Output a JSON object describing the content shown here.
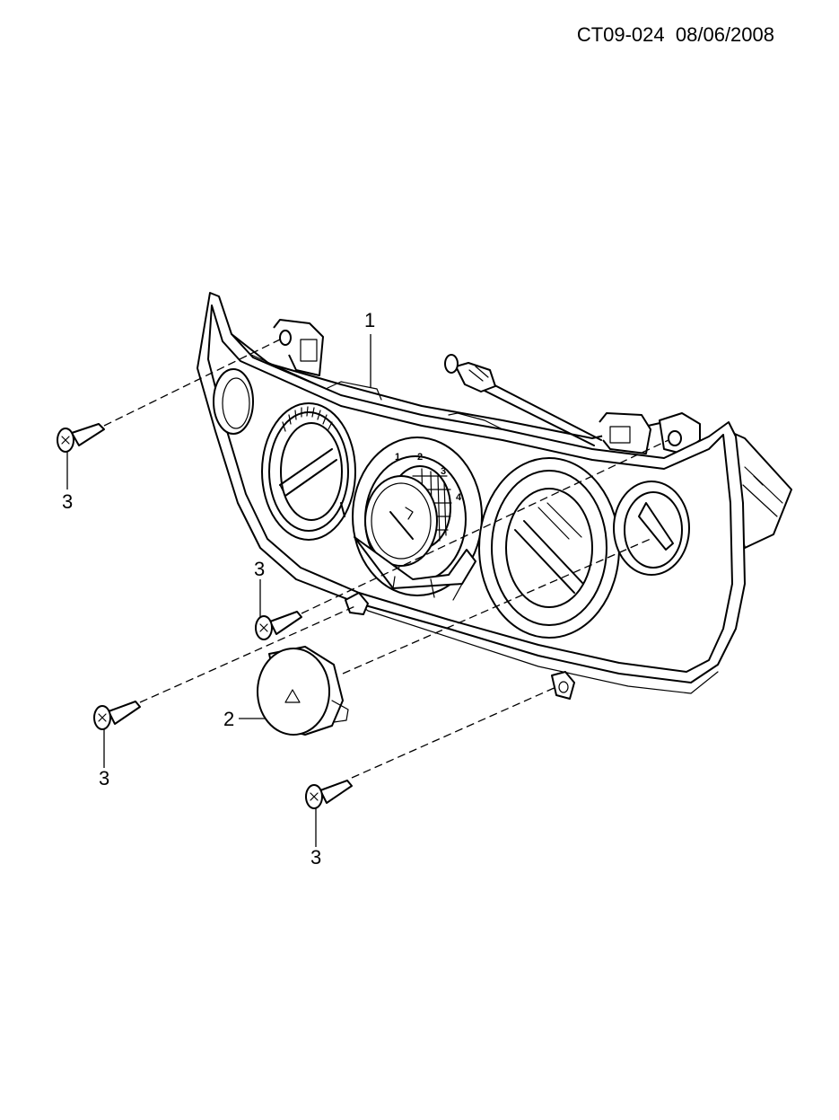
{
  "header": {
    "doc_id": "CT09-024",
    "date": "08/06/2008"
  },
  "callouts": {
    "heater_control_assembly": "1",
    "hazard_switch": "2",
    "screw_a": "3",
    "screw_b": "3",
    "screw_c": "3",
    "screw_d": "3"
  },
  "fan_dial": {
    "speed_1": "1",
    "speed_2": "2",
    "speed_3": "3",
    "speed_4": "4"
  }
}
